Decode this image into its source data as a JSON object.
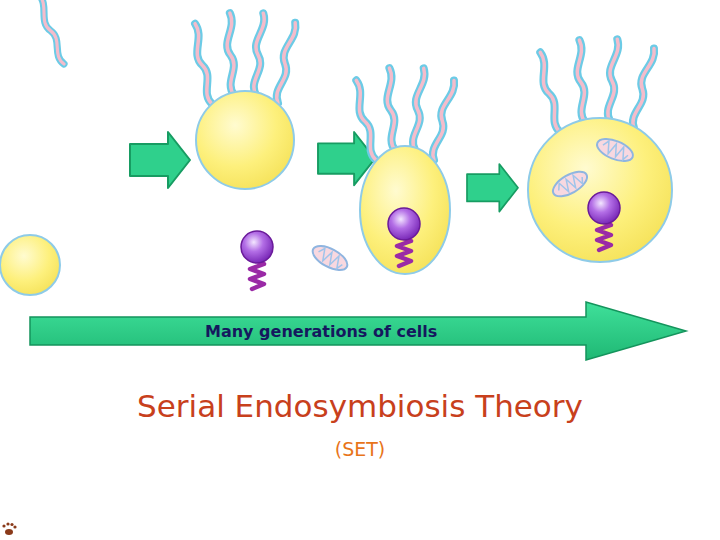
{
  "diagram": {
    "title": "Serial Endosymbiosis Theory",
    "nodes": [
      {
        "text": [
          "Many generations of cells"
        ]
      }
    ],
    "labels": [
      "(SET)"
    ]
  }
}
